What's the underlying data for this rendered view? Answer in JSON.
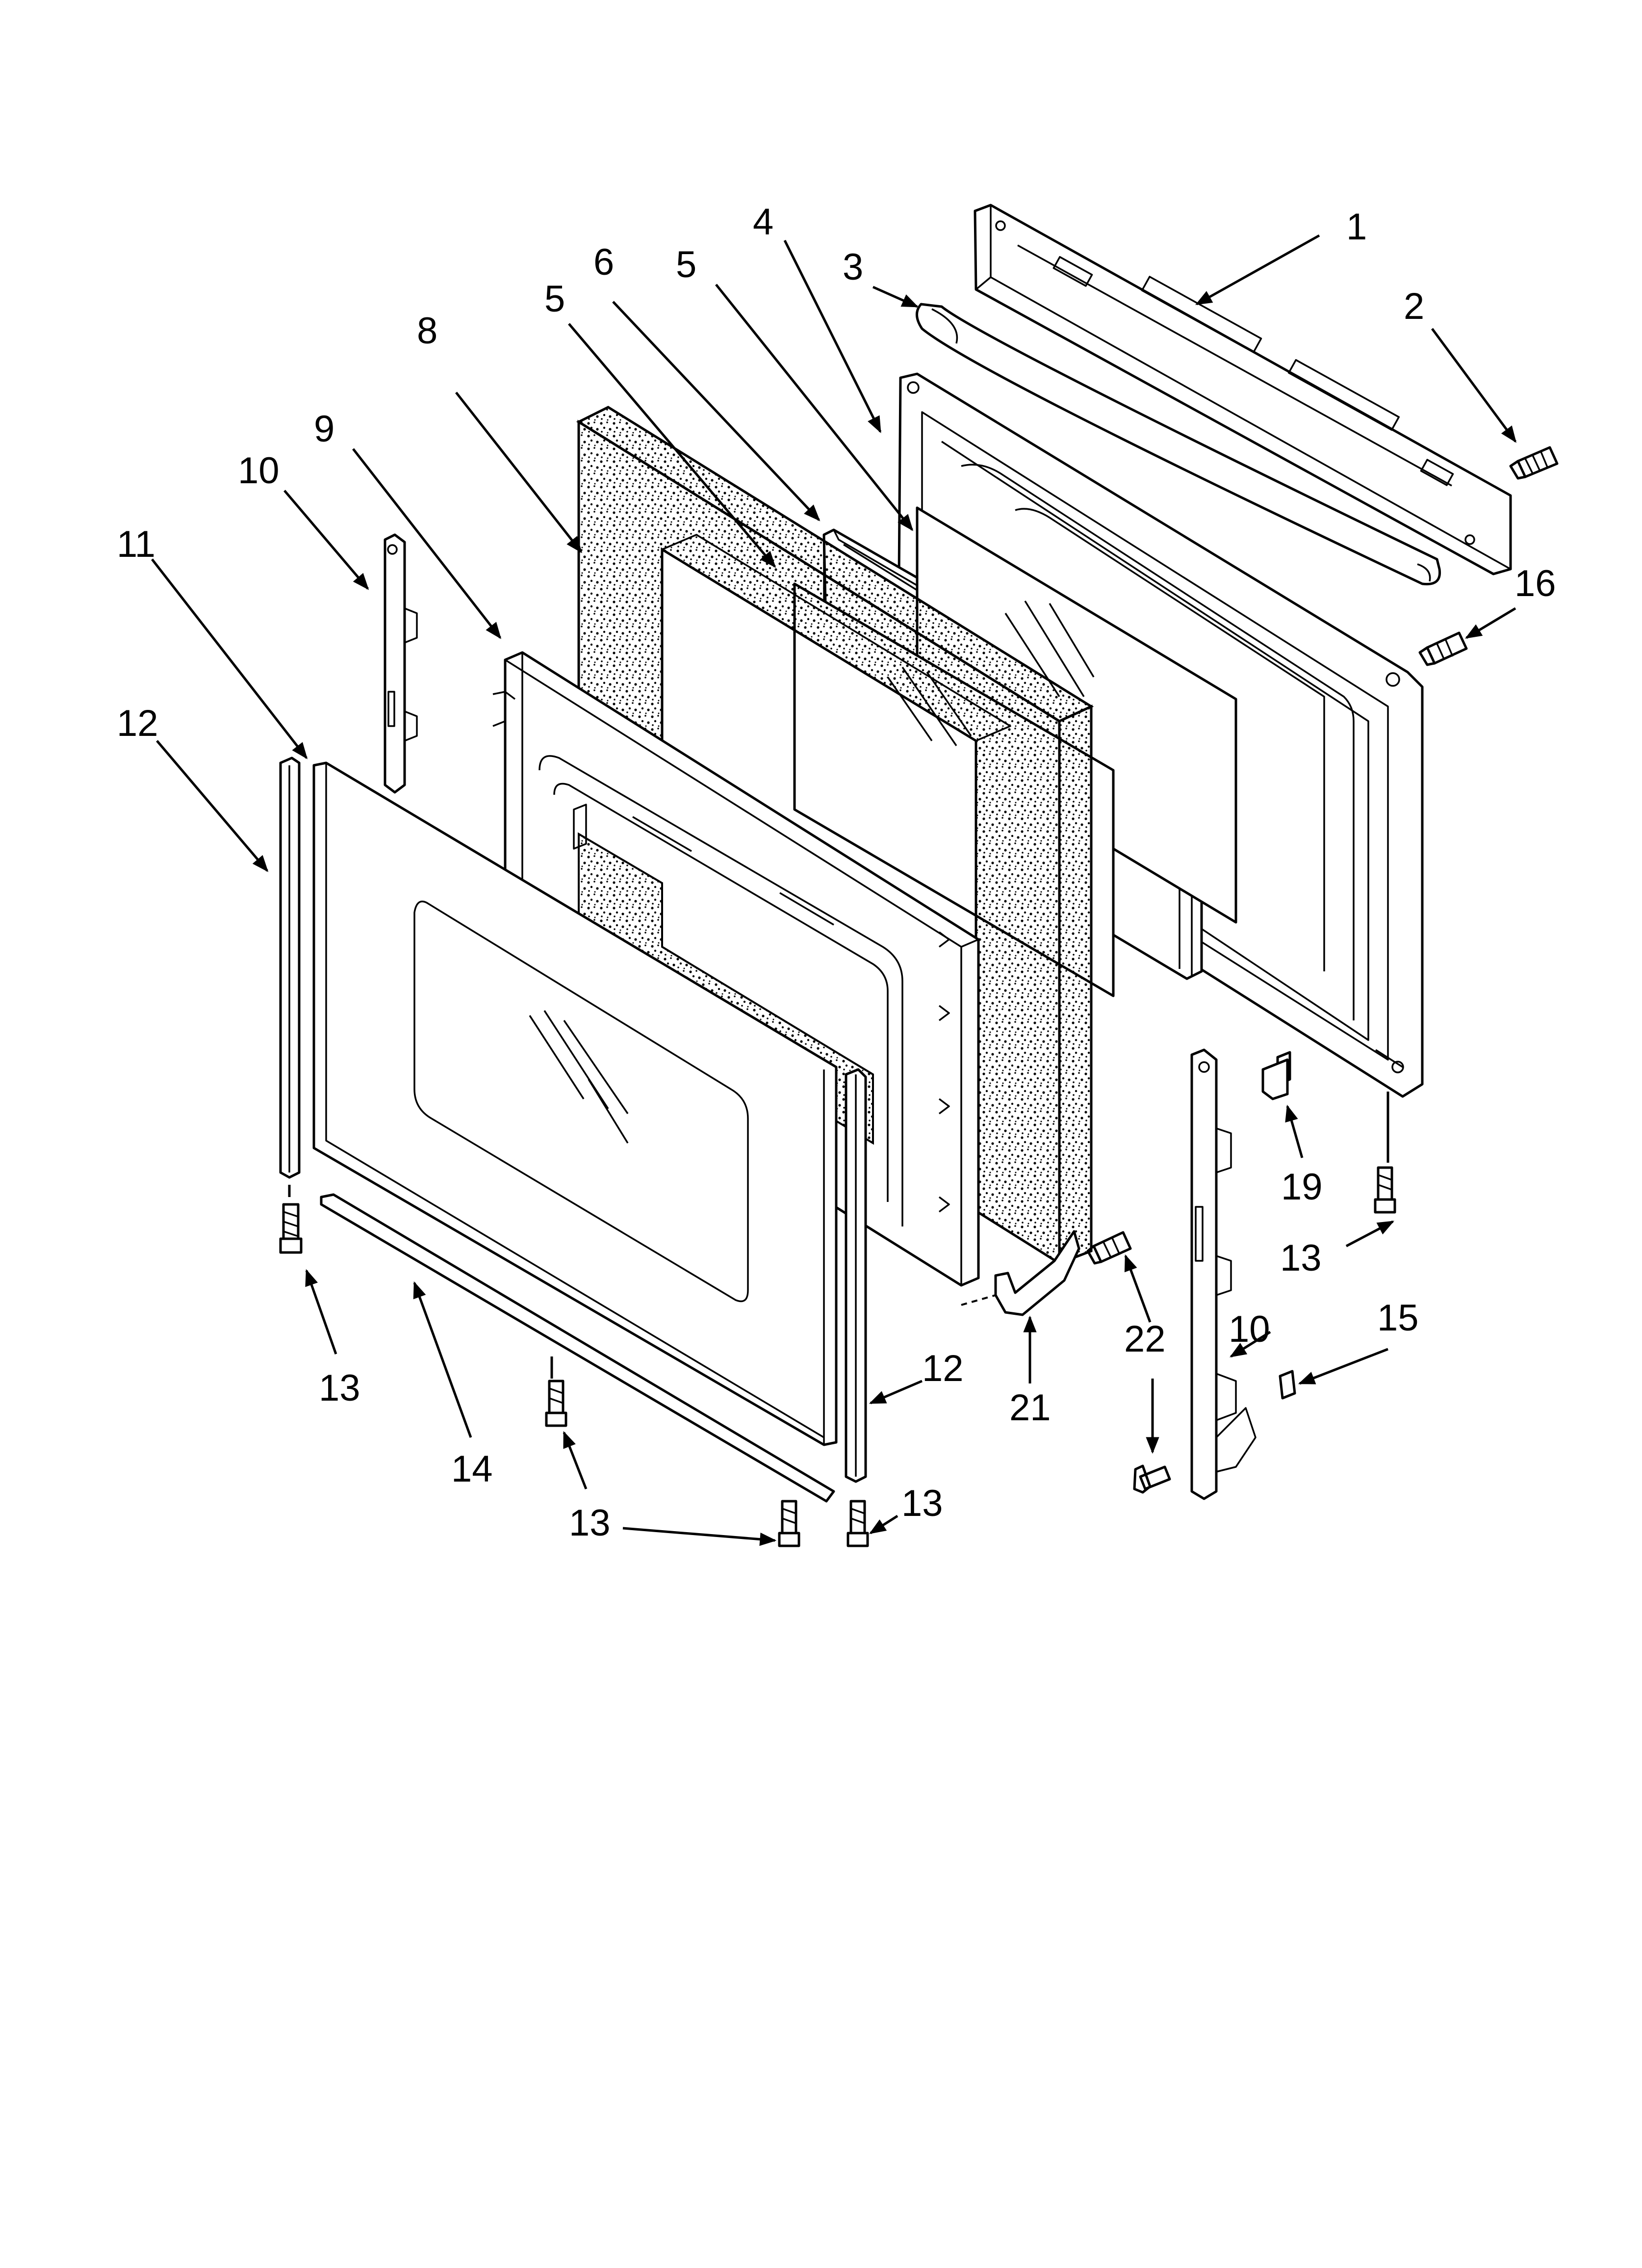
{
  "diagram": {
    "background": "#ffffff",
    "ink": "#000000",
    "labels": [
      {
        "id": "l1",
        "text": "1"
      },
      {
        "id": "l2",
        "text": "2"
      },
      {
        "id": "l3",
        "text": "3"
      },
      {
        "id": "l4",
        "text": "4"
      },
      {
        "id": "l5a",
        "text": "5"
      },
      {
        "id": "l5b",
        "text": "5"
      },
      {
        "id": "l6",
        "text": "6"
      },
      {
        "id": "l8",
        "text": "8"
      },
      {
        "id": "l9",
        "text": "9"
      },
      {
        "id": "l10a",
        "text": "10"
      },
      {
        "id": "l10b",
        "text": "10"
      },
      {
        "id": "l11",
        "text": "11"
      },
      {
        "id": "l12a",
        "text": "12"
      },
      {
        "id": "l12b",
        "text": "12"
      },
      {
        "id": "l13a",
        "text": "13"
      },
      {
        "id": "l13b",
        "text": "13"
      },
      {
        "id": "l13c",
        "text": "13"
      },
      {
        "id": "l13d",
        "text": "13"
      },
      {
        "id": "l14",
        "text": "14"
      },
      {
        "id": "l15",
        "text": "15"
      },
      {
        "id": "l16",
        "text": "16"
      },
      {
        "id": "l19",
        "text": "19"
      },
      {
        "id": "l21",
        "text": "21"
      },
      {
        "id": "l22",
        "text": "22"
      }
    ]
  }
}
